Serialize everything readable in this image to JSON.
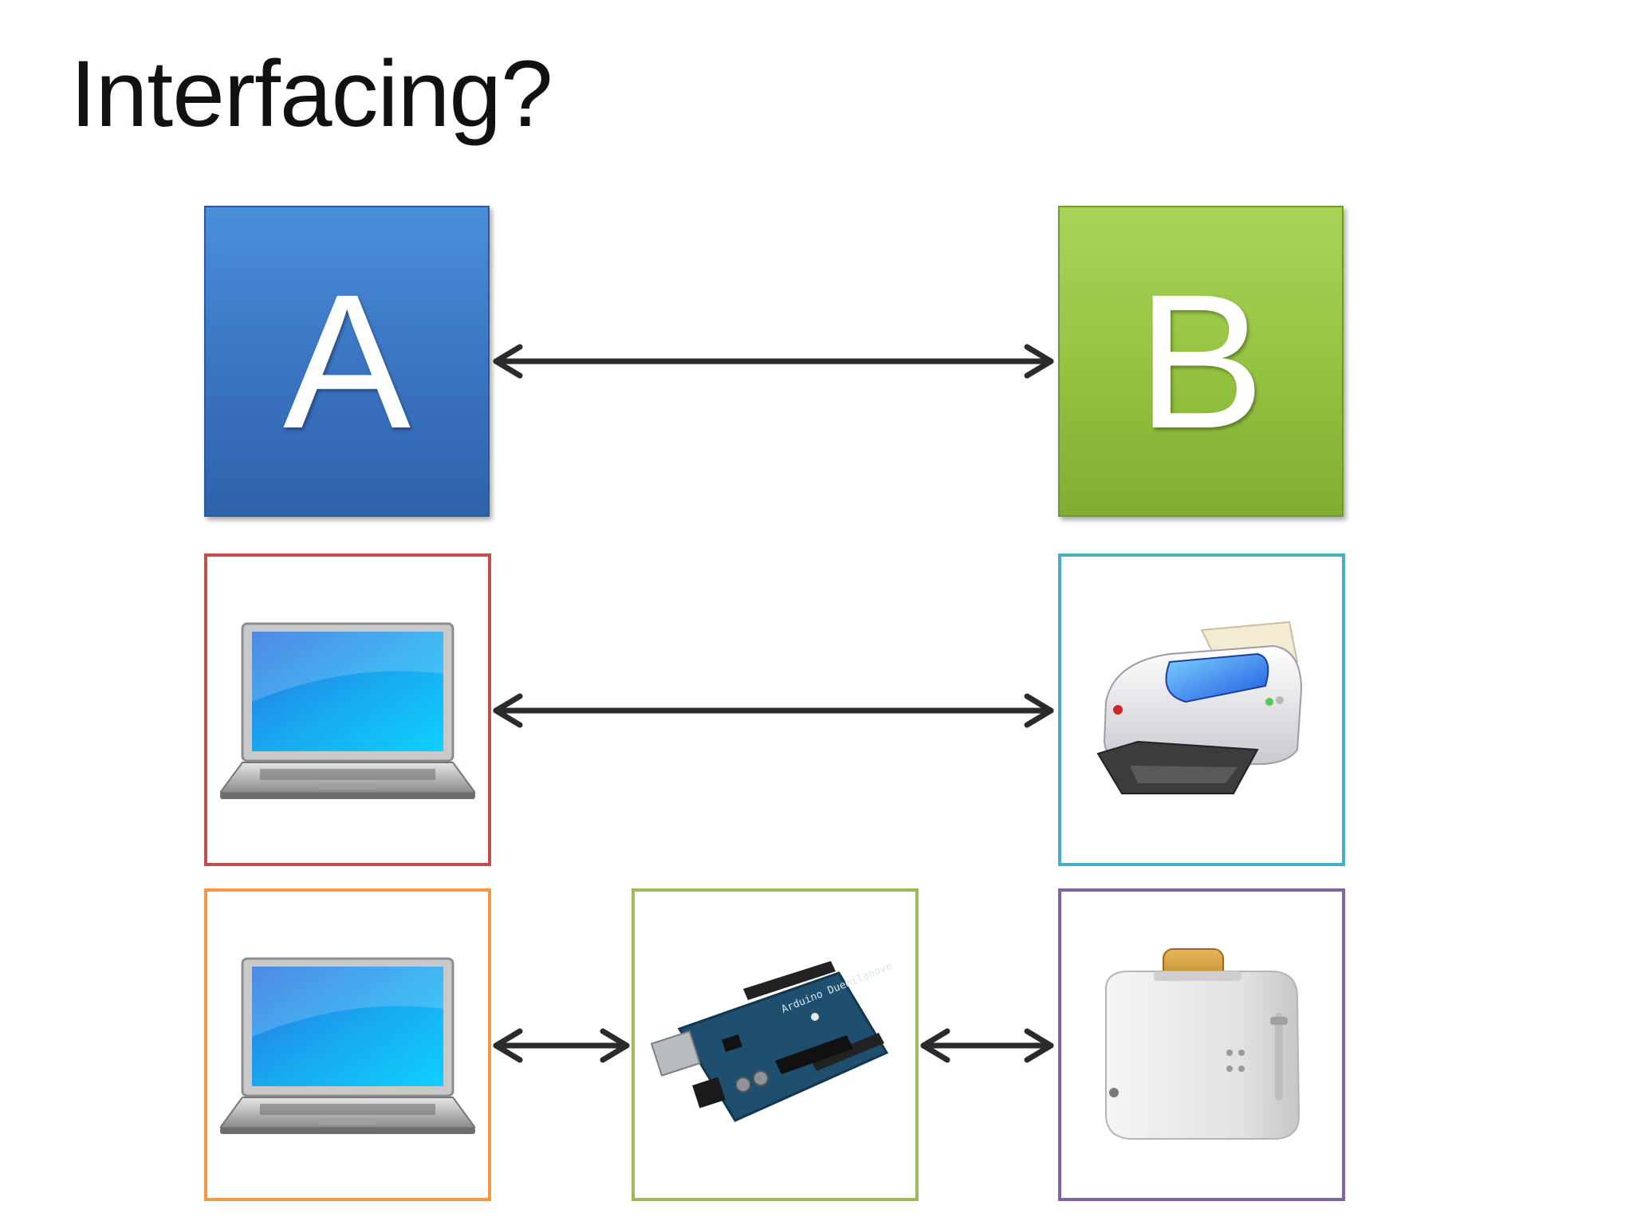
{
  "title": "Interfacing?",
  "boxes": {
    "a_label": "A",
    "b_label": "B"
  },
  "colors": {
    "box_a": "#3a78c6",
    "box_b": "#93c240",
    "frame_laptop_1": "#c0504d",
    "frame_printer": "#4bacc6",
    "frame_laptop_2": "#f79646",
    "frame_arduino": "#9bbb59",
    "frame_toaster": "#8064a2",
    "arrow": "#2b2b2b"
  },
  "images": {
    "row2_left": "laptop-icon",
    "row2_right": "printer-icon",
    "row3_left": "laptop-icon",
    "row3_middle": "arduino-board-icon",
    "row3_right": "toaster-icon"
  },
  "arduino_board_text": "Arduino Duemilanove"
}
